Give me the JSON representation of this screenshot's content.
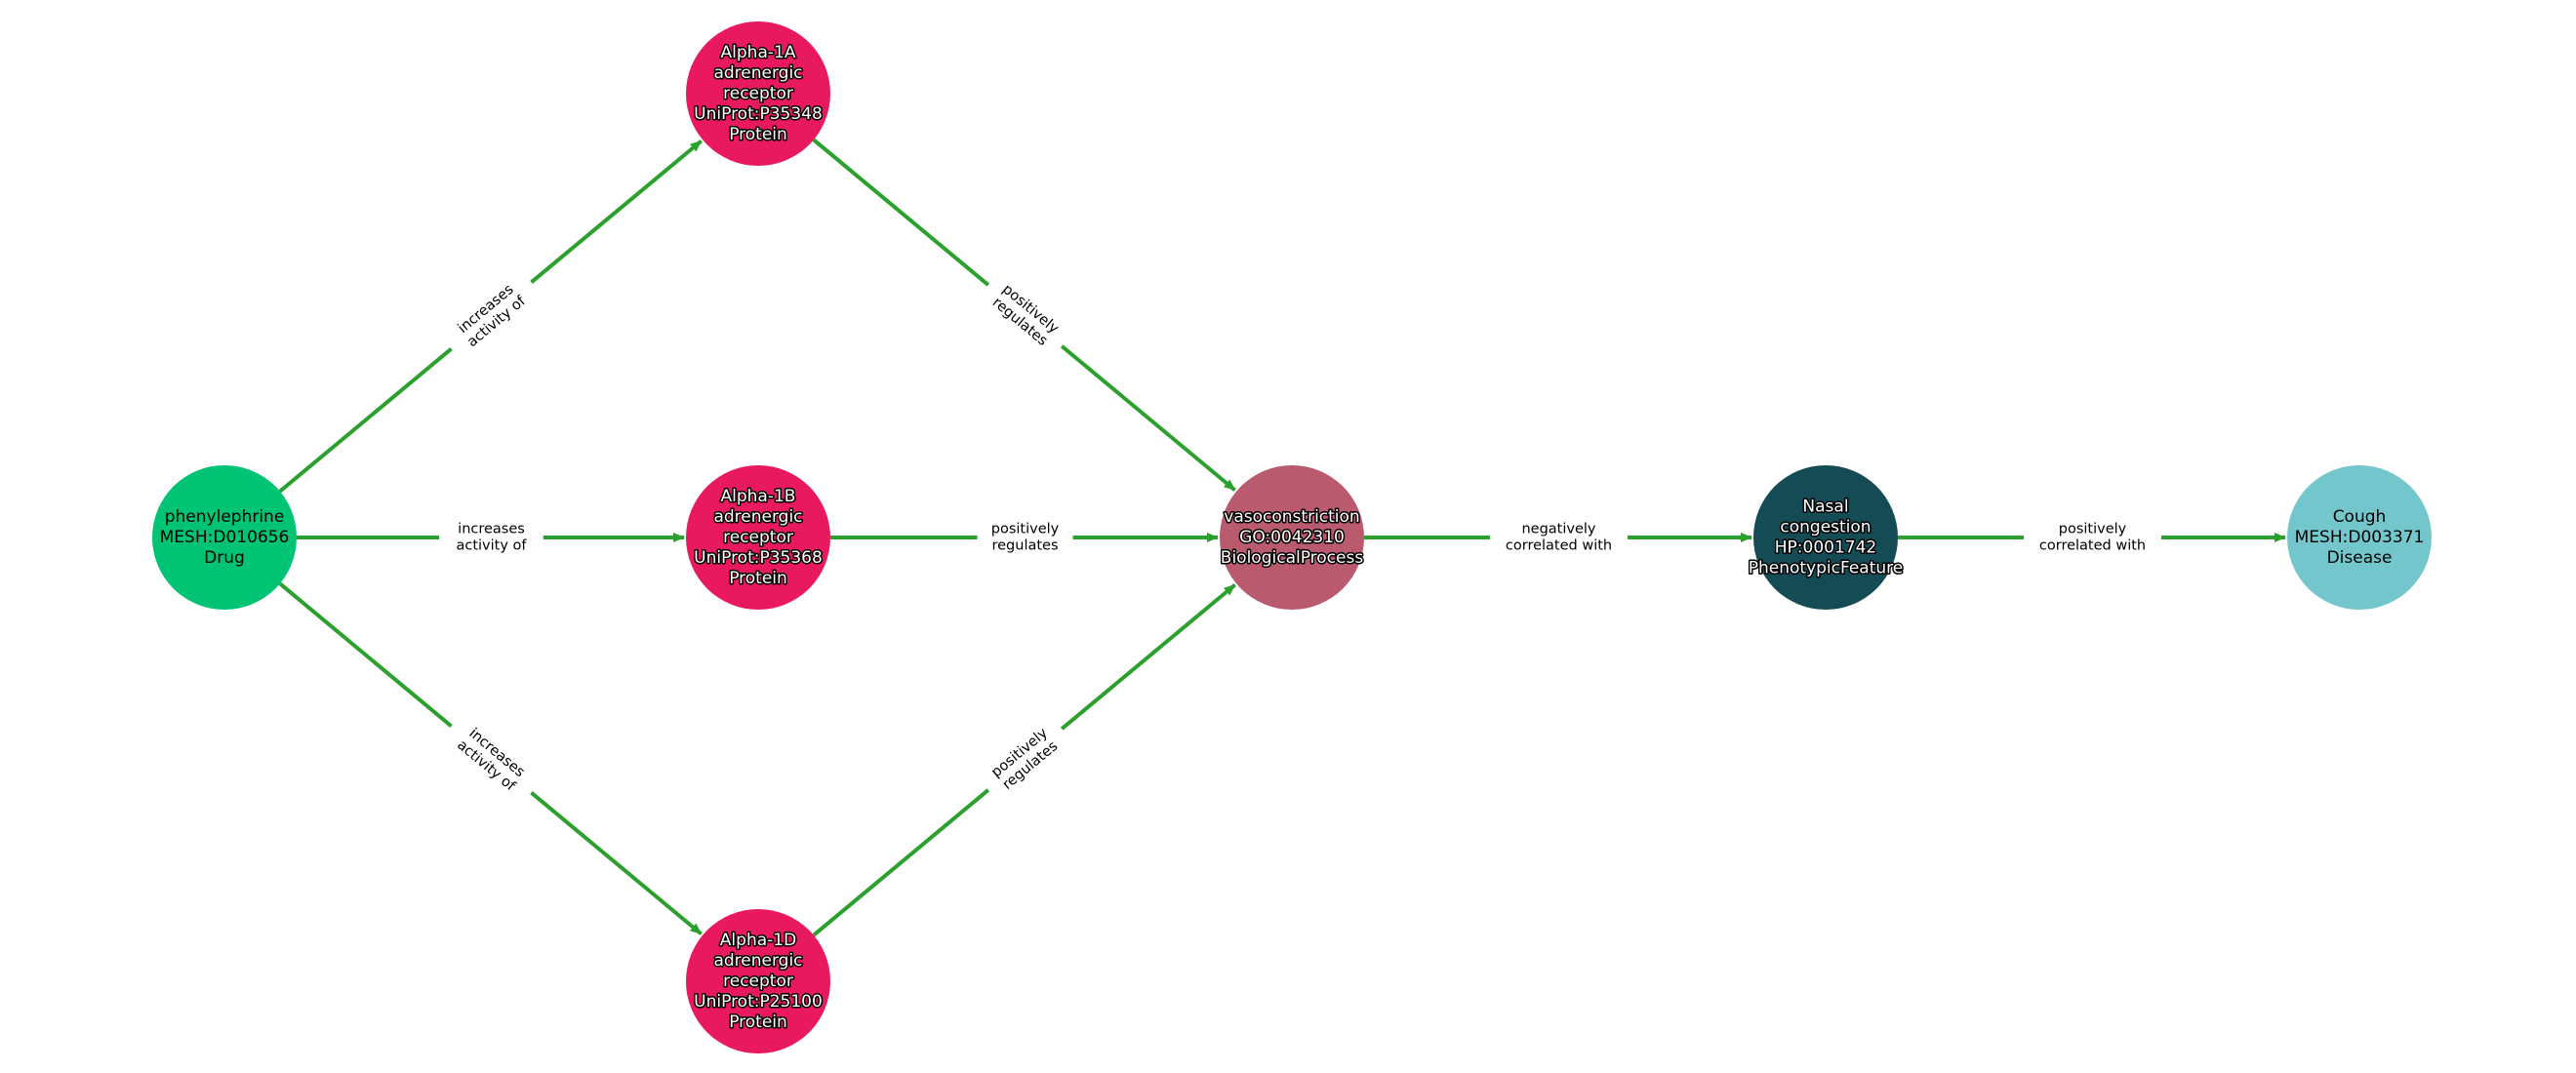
{
  "colors": {
    "edge": "#2ca02c",
    "drug": "#00c373",
    "protein": "#e8195f",
    "biological_process": "#b95a6e",
    "phenotypic_feature": "#154b55",
    "disease": "#73c7cc"
  },
  "nodes": [
    {
      "id": "phenylephrine",
      "lines": [
        "phenylephrine",
        "MESH:D010656",
        "Drug"
      ],
      "category": "drug",
      "text_style": "light"
    },
    {
      "id": "alpha1a",
      "lines": [
        "Alpha-1A",
        "adrenergic",
        "receptor",
        "UniProt:P35348",
        "Protein"
      ],
      "category": "protein",
      "text_style": "dark"
    },
    {
      "id": "alpha1b",
      "lines": [
        "Alpha-1B",
        "adrenergic",
        "receptor",
        "UniProt:P35368",
        "Protein"
      ],
      "category": "protein",
      "text_style": "dark"
    },
    {
      "id": "alpha1d",
      "lines": [
        "Alpha-1D",
        "adrenergic",
        "receptor",
        "UniProt:P25100",
        "Protein"
      ],
      "category": "protein",
      "text_style": "dark"
    },
    {
      "id": "vasoconstriction",
      "lines": [
        "vasoconstriction",
        "GO:0042310",
        "BiologicalProcess"
      ],
      "category": "biological_process",
      "text_style": "dark"
    },
    {
      "id": "nasal",
      "lines": [
        "Nasal",
        "congestion",
        "HP:0001742",
        "PhenotypicFeature"
      ],
      "category": "phenotypic_feature",
      "text_style": "dark"
    },
    {
      "id": "cough",
      "lines": [
        "Cough",
        "MESH:D003371",
        "Disease"
      ],
      "category": "disease",
      "text_style": "light"
    }
  ],
  "edges": [
    {
      "source": "phenylephrine",
      "target": "alpha1a",
      "lines": [
        "increases",
        "activity of"
      ]
    },
    {
      "source": "phenylephrine",
      "target": "alpha1b",
      "lines": [
        "increases",
        "activity of"
      ]
    },
    {
      "source": "phenylephrine",
      "target": "alpha1d",
      "lines": [
        "increases",
        "activity of"
      ]
    },
    {
      "source": "alpha1a",
      "target": "vasoconstriction",
      "lines": [
        "positively",
        "regulates"
      ]
    },
    {
      "source": "alpha1b",
      "target": "vasoconstriction",
      "lines": [
        "positively",
        "regulates"
      ]
    },
    {
      "source": "alpha1d",
      "target": "vasoconstriction",
      "lines": [
        "positively",
        "regulates"
      ]
    },
    {
      "source": "vasoconstriction",
      "target": "nasal",
      "lines": [
        "negatively",
        "correlated with"
      ]
    },
    {
      "source": "nasal",
      "target": "cough",
      "lines": [
        "positively",
        "correlated with"
      ]
    }
  ]
}
